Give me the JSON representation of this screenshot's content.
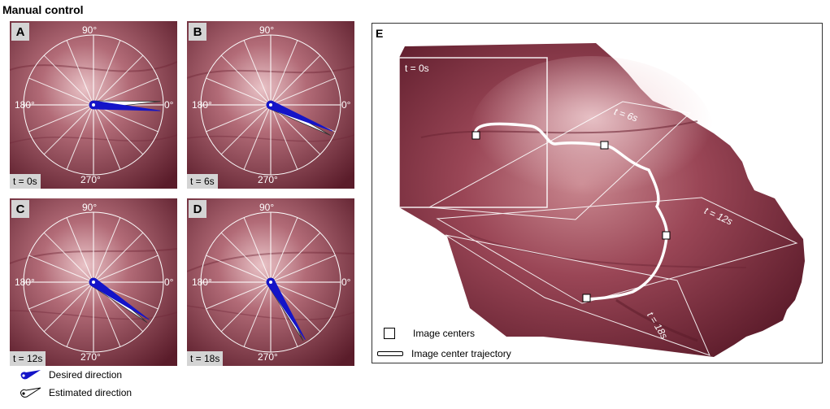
{
  "title": "Manual control",
  "angles": {
    "a90": "90°",
    "a180": "180°",
    "a0": "0°",
    "a270": "270°"
  },
  "panels": [
    {
      "label": "A",
      "time": "t = 0s",
      "desired_deg": 355,
      "estimated_deg": 3
    },
    {
      "label": "B",
      "time": "t = 6s",
      "desired_deg": 337,
      "estimated_deg": 333
    },
    {
      "label": "C",
      "time": "t = 12s",
      "desired_deg": 326,
      "estimated_deg": 323
    },
    {
      "label": "D",
      "time": "t = 18s",
      "desired_deg": 301,
      "estimated_deg": 299
    }
  ],
  "legend": {
    "desired": "Desired direction",
    "estimated": "Estimated direction"
  },
  "panel_e": {
    "label": "E",
    "frames": [
      "t = 0s",
      "t = 6s",
      "t = 12s",
      "t = 18s"
    ],
    "legend": {
      "centers": "Image centers",
      "trajectory": "Image center trajectory"
    }
  },
  "colors": {
    "desired": "#1414c8",
    "tissue": "#7a2a3a",
    "highlight": "#f4d9dc"
  }
}
